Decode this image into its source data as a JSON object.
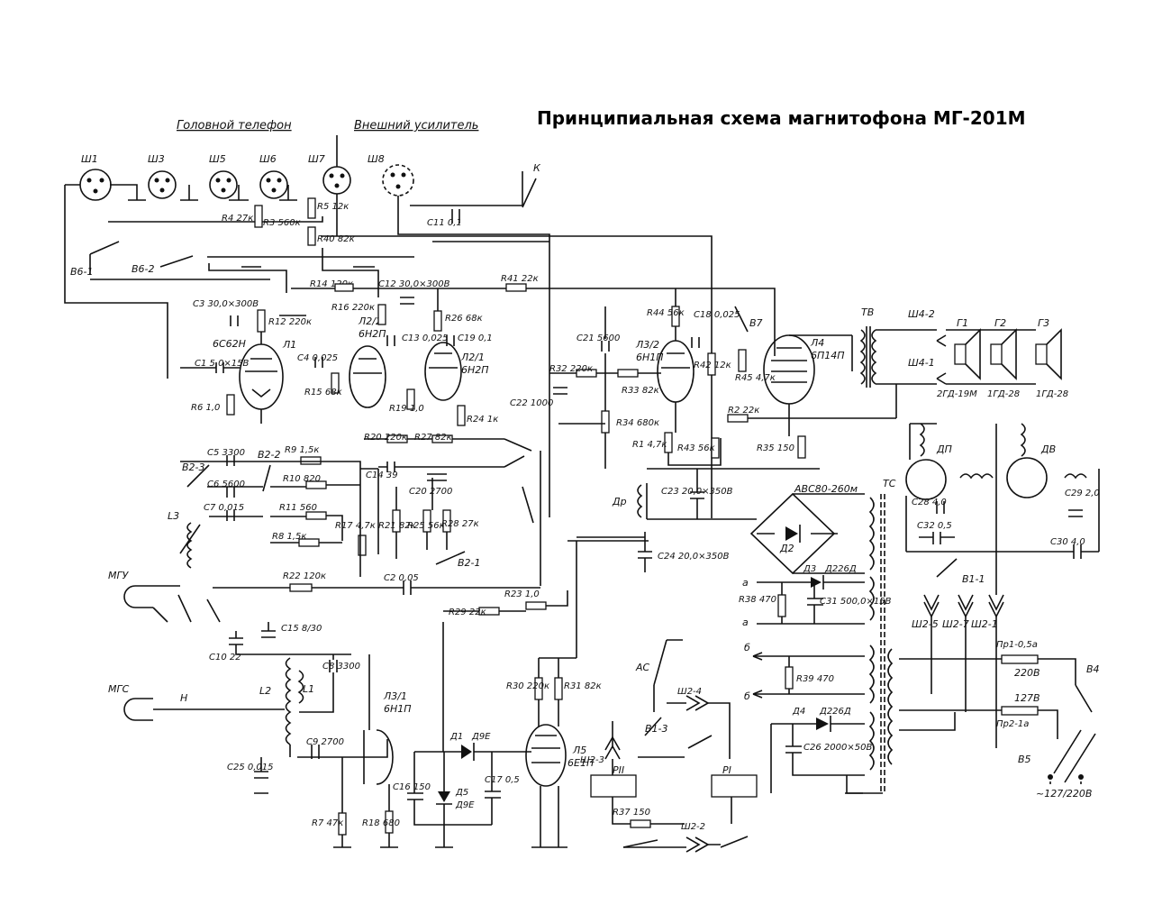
{
  "title": "Принципиальная схема магнитофона МГ-201М",
  "headings": {
    "headphones": "Головной телефон",
    "ext_amp": "Внешний усилитель"
  },
  "tubes": [
    {
      "label": "Л1",
      "type": "6С62Н"
    },
    {
      "label": "Л2/2",
      "type": "6Н2П"
    },
    {
      "label": "Л2/1",
      "type": "6Н2П"
    },
    {
      "label": "Л3/2",
      "type": "6Н1П"
    },
    {
      "label": "Л4",
      "type": "6П14П"
    },
    {
      "label": "Л3/1",
      "type": "6Н1П"
    },
    {
      "label": "Л5",
      "type": "6Е1П"
    }
  ],
  "connectors": [
    "Ш1",
    "Ш3",
    "Ш5",
    "Ш6",
    "Ш7",
    "Ш8",
    "Ш4-2",
    "Ш4-1",
    "Ш2-5",
    "Ш2-7",
    "Ш2-1",
    "Ш2-4",
    "Ш2-3",
    "Ш2-2"
  ],
  "speakers": [
    {
      "label": "Г1",
      "type": "2ГД-19М"
    },
    {
      "label": "Г2",
      "type": "1ГД-28"
    },
    {
      "label": "Г3",
      "type": "1ГД-28"
    }
  ],
  "heads": [
    "МГУ",
    "МГС"
  ],
  "motors": [
    "ДП",
    "ДВ"
  ],
  "transformers": [
    "ТВ",
    "ТС"
  ],
  "rectifier": {
    "label": "АВС80-260м",
    "diode": "Д2"
  },
  "diodes": [
    {
      "label": "Д3",
      "type": "Д226Д"
    },
    {
      "label": "Д4",
      "type": "Д226Д"
    },
    {
      "label": "Д1",
      "type": "Д9Е"
    },
    {
      "label": "Д5",
      "type": "Д9Е"
    }
  ],
  "relays": [
    "РII",
    "РI"
  ],
  "switches": [
    "В6-1",
    "В6-2",
    "В7",
    "В2-3",
    "В2-2",
    "В2-1",
    "В1-1",
    "В1-3",
    "В4",
    "В5",
    "АС",
    "К"
  ],
  "fuses": [
    {
      "label": "Пр1-0,5а",
      "voltage": "220В"
    },
    {
      "label": "Пр2-1а",
      "voltage": "127В"
    }
  ],
  "mains": "~127/220В",
  "resistors": [
    "R4 27к",
    "R3 560к",
    "R5 12к",
    "R40 82к",
    "R14 120к",
    "R16 220к",
    "R12 220к",
    "R6 1,0",
    "R15 68к",
    "R19 1,0",
    "R26 68к",
    "R24 1к",
    "R41 22к",
    "R32 220к",
    "R33 82к",
    "R34 680к",
    "R44 56к",
    "R42 12к",
    "R45 4,7к",
    "R2 22к",
    "R1 4,7к",
    "R43 56к",
    "R35 150",
    "R20 220к",
    "R27 82к",
    "R9 1,5к",
    "R10 820",
    "R11 560",
    "R8 1,5к",
    "R17 4,7к",
    "R21 82к",
    "R25 56к",
    "R28 27к",
    "R22 120к",
    "R29 22к",
    "R23 1,0",
    "R30 220к",
    "R31 82к",
    "R7 47к",
    "R18 680",
    "R38 470",
    "R39 470",
    "R37 150"
  ],
  "capacitors": [
    "C11 0,1",
    "C12 30,0×300В",
    "C3 30,0×300В",
    "C4 0,025",
    "C1 5,0×15В",
    "C13 0,025",
    "C19 0,1",
    "C21 5600",
    "C18 0,025",
    "C22 1000",
    "C5 3300",
    "C6 5600",
    "C7 0,015",
    "C14 39",
    "C20 2700",
    "C2 0,05",
    "C15 8/30",
    "C10 22",
    "C8 3300",
    "C9 2700",
    "C25 0,015",
    "C16 150",
    "C17 0,5",
    "C23 20,0×350В",
    "C24 20,0×350В",
    "C31 500,0×15В",
    "C26 2000×50В",
    "C28 4,0",
    "C32 0,5",
    "C29 2,0",
    "C30 4,0"
  ],
  "coils": [
    "L1",
    "L2",
    "L3",
    "Др"
  ],
  "points": {
    "a": "а",
    "b": "б",
    "h": "Н"
  }
}
